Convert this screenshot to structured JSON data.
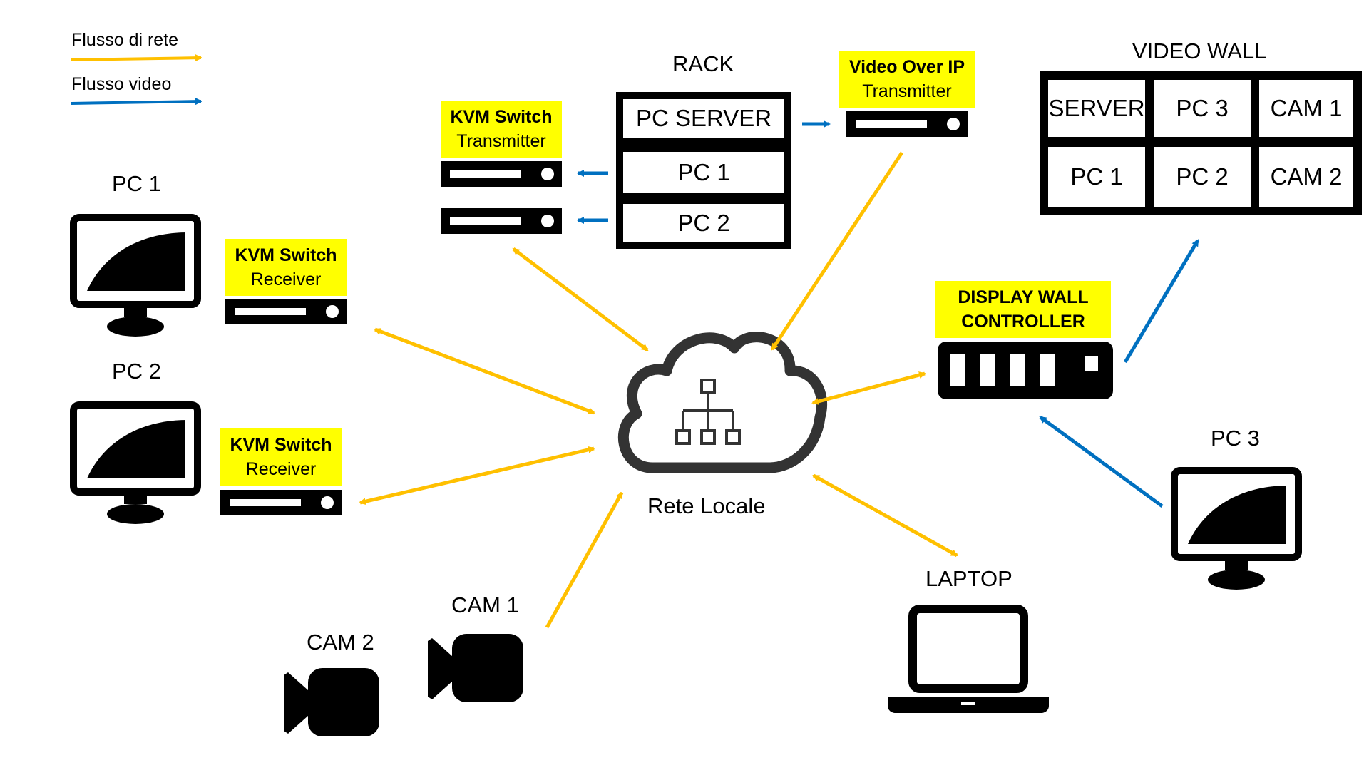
{
  "legend": {
    "network_label": "Flusso di rete",
    "video_label": "Flusso video",
    "network_color": "#ffc000",
    "video_color": "#0070c0"
  },
  "rack": {
    "title": "RACK",
    "slots": [
      "PC SERVER",
      "PC 1",
      "PC 2"
    ]
  },
  "kvm_transmitter": {
    "title": "KVM Switch",
    "subtitle": "Transmitter"
  },
  "video_over_ip": {
    "title": "Video Over IP",
    "subtitle": "Transmitter"
  },
  "video_wall": {
    "title": "VIDEO WALL",
    "cells": [
      [
        "SERVER",
        "PC 3",
        "CAM 1"
      ],
      [
        "PC 1",
        "PC 2",
        "CAM 2"
      ]
    ]
  },
  "workstations": {
    "pc1_label": "PC 1",
    "pc2_label": "PC 2",
    "pc3_label": "PC 3"
  },
  "kvm_receiver_1": {
    "title": "KVM Switch",
    "subtitle": "Receiver"
  },
  "kvm_receiver_2": {
    "title": "KVM Switch",
    "subtitle": "Receiver"
  },
  "display_wall_controller": {
    "line1": "DISPLAY WALL",
    "line2": "CONTROLLER"
  },
  "network": {
    "label": "Rete Locale"
  },
  "cameras": {
    "cam1_label": "CAM 1",
    "cam2_label": "CAM 2"
  },
  "laptop": {
    "label": "LAPTOP"
  },
  "highlight_color": "#ffff00"
}
